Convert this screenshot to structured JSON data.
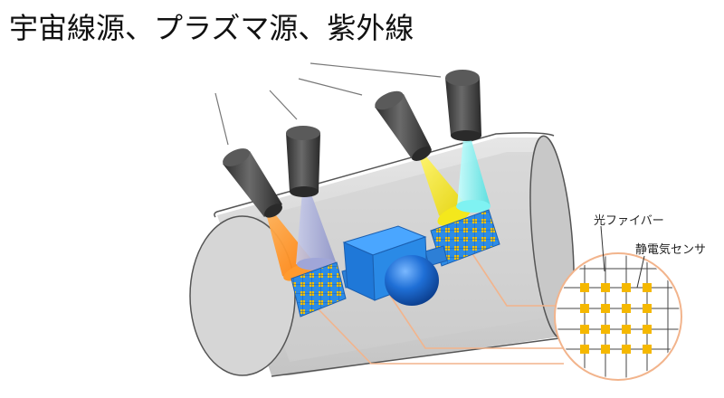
{
  "title": "宇宙線源、プラズマ源、紫外線",
  "labels": {
    "optical_fiber": "光ファイバー",
    "electrostatic_sensor": "静電気センサ"
  },
  "colors": {
    "cylinder_body": "#d9d9d9",
    "cylinder_end": "#cfcfcf",
    "cylinder_outline": "#555555",
    "source_barrel": "#4a4a4a",
    "beam_orange": "#ff8a1f",
    "beam_lavender": "#aab0dd",
    "beam_yellow": "#f4e81c",
    "beam_cyan": "#7ff2f2",
    "panel_blue": "#2d8ce6",
    "sensor_dot": "#f5c000",
    "connector_line": "#f2b48c",
    "sphere_blue": "#1f6fd6"
  }
}
